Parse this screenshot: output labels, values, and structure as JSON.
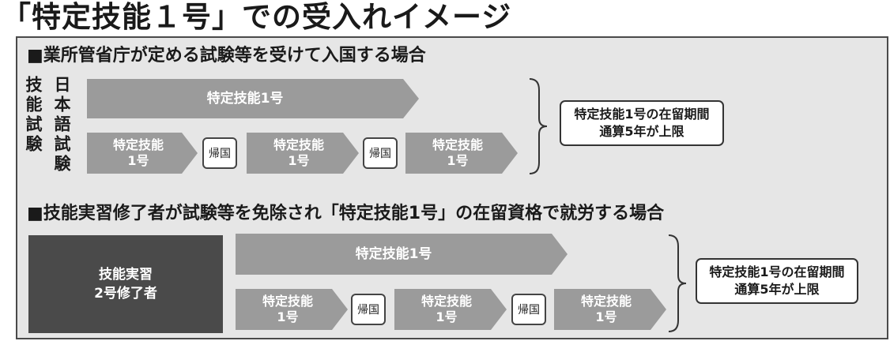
{
  "title": "「特定技能１号」での受入れイメージ",
  "section1": {
    "heading": "■業所管省庁が定める試験等を受けて入国する場合",
    "exam_labels": [
      "技能試験",
      "日本語試験"
    ],
    "full_arrow": "特定技能1号",
    "segments": [
      "特定技能\n1号",
      "特定技能\n1号",
      "特定技能\n1号"
    ],
    "return_label": "帰国",
    "note": "特定技能1号の在留期間\n通算5年が上限"
  },
  "section2": {
    "heading": "■技能実習修了者が試験等を免除され「特定技能1号」の在留資格で就労する場合",
    "trainee_box": "技能実習\n2号修了者",
    "full_arrow": "特定技能1号",
    "segments": [
      "特定技能\n1号",
      "特定技能\n1号",
      "特定技能\n1号"
    ],
    "return_label": "帰国",
    "note": "特定技能1号の在留期間\n通算5年が上限"
  }
}
